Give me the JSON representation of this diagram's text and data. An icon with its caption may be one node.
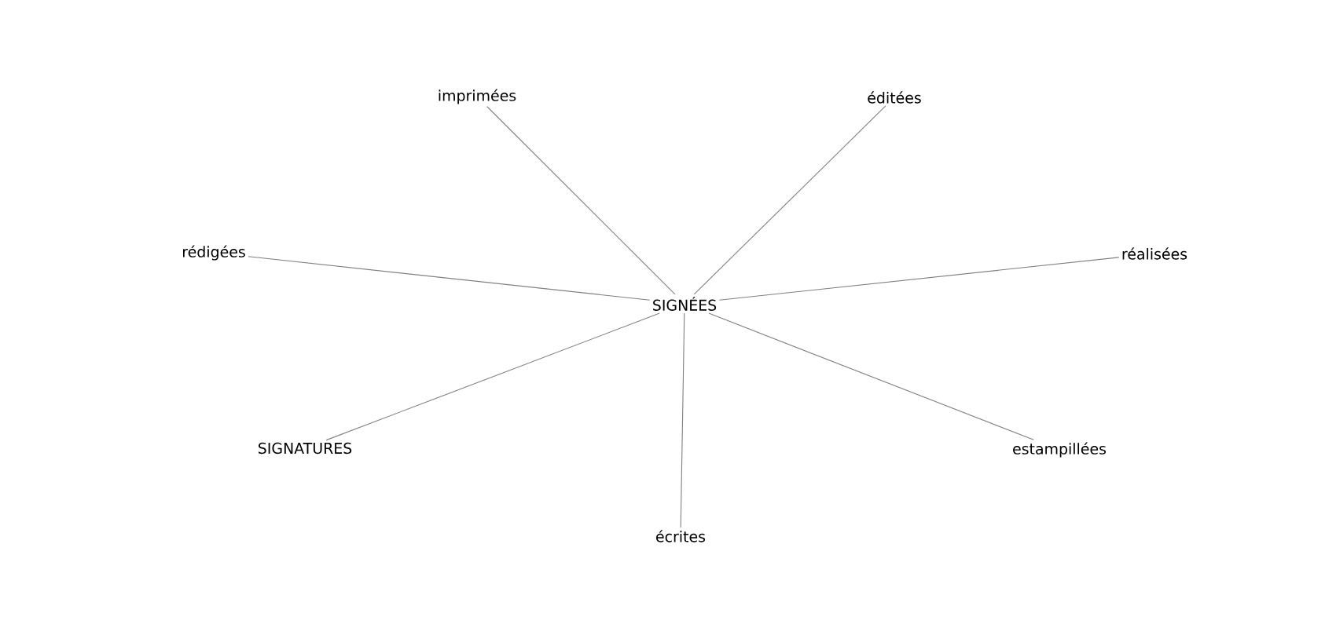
{
  "diagram": {
    "nodes": [
      {
        "text": [
          "SIGNÉES"
        ]
      },
      {
        "text": [
          "imprimées"
        ]
      },
      {
        "text": [
          "éditées"
        ]
      },
      {
        "text": [
          "rédigées"
        ]
      },
      {
        "text": [
          "réalisées"
        ]
      },
      {
        "text": [
          "SIGNATURES"
        ]
      },
      {
        "text": [
          "estampillées"
        ]
      },
      {
        "text": [
          "écrites"
        ]
      }
    ],
    "edges": [
      {
        "from": 0,
        "to": 1,
        "arrow": "none"
      },
      {
        "from": 0,
        "to": 2,
        "arrow": "none"
      },
      {
        "from": 0,
        "to": 3,
        "arrow": "none"
      },
      {
        "from": 0,
        "to": 4,
        "arrow": "none"
      },
      {
        "from": 0,
        "to": 5,
        "arrow": "none"
      },
      {
        "from": 0,
        "to": 6,
        "arrow": "none"
      },
      {
        "from": 0,
        "to": 7,
        "arrow": "none"
      }
    ]
  }
}
